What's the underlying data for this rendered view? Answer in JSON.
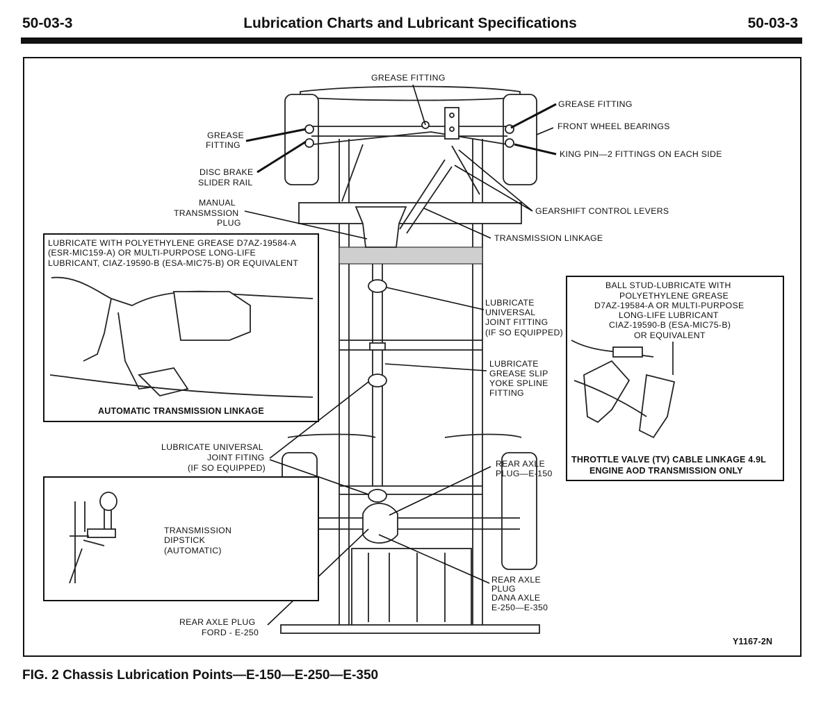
{
  "header": {
    "page_left": "50-03-3",
    "title": "Lubrication Charts and Lubricant Specifications",
    "page_right": "50-03-3"
  },
  "labels": {
    "grease_fitting_top": "GREASE FITTING",
    "grease_fitting_right": "GREASE FITTING",
    "grease_fitting_left_1": "GREASE",
    "grease_fitting_left_2": "FITTING",
    "front_wheel_bearings": "FRONT WHEEL BEARINGS",
    "king_pin": "KING PIN—2 FITTINGS ON EACH SIDE",
    "disc_brake_1": "DISC BRAKE",
    "disc_brake_2": "SLIDER RAIL",
    "manual_trans_1": "MANUAL",
    "manual_trans_2": "TRANSMSSION",
    "manual_trans_3": "PLUG",
    "gearshift": "GEARSHIFT CONTROL LEVERS",
    "trans_linkage": "TRANSMISSION LINKAGE",
    "lub_uj_1": "LUBRICATE",
    "lub_uj_2": "UNIVERSAL",
    "lub_uj_3": "JOINT FITTING",
    "lub_uj_4": "(IF SO EQUIPPED)",
    "slip_1": "LUBRICATE",
    "slip_2": "GREASE SLIP",
    "slip_3": "YOKE SPLINE",
    "slip_4": "FITTING",
    "uj2_1": "LUBRICATE UNIVERSAL",
    "uj2_2": "JOINT FITING",
    "uj2_3": "(IF SO EQUIPPED)",
    "rear_axle_150_1": "REAR AXLE",
    "rear_axle_150_2": "PLUG—E-150",
    "dipstick_1": "TRANSMISSION",
    "dipstick_2": "DIPSTICK",
    "dipstick_3": "(AUTOMATIC)",
    "dana_1": "REAR AXLE",
    "dana_2": "PLUG",
    "dana_3": "DANA AXLE",
    "dana_4": "E-250—E-350",
    "ford_1": "REAR AXLE PLUG",
    "ford_2": "FORD - E-250",
    "figure_code": "Y1167-2N"
  },
  "auto_box": {
    "line1": "LUBRICATE WITH POLYETHYLENE GREASE D7AZ-19584-A",
    "line2": "(ESR-MIC159-A) OR MULTI-PURPOSE LONG-LIFE",
    "line3": "LUBRICANT, CIAZ-19590-B (ESA-MIC75-B) OR EQUIVALENT",
    "title": "AUTOMATIC TRANSMISSION LINKAGE"
  },
  "throttle_box": {
    "line1": "BALL STUD-LUBRICATE WITH",
    "line2": "POLYETHYLENE GREASE",
    "line3": "D7AZ-19584-A OR MULTI-PURPOSE",
    "line4": "LONG-LIFE LUBRICANT",
    "line5": "CIAZ-19590-B (ESA-MIC75-B)",
    "line6": "OR EQUIVALENT",
    "title1": "THROTTLE VALVE (TV) CABLE LINKAGE 4.9L",
    "title2": "ENGINE AOD TRANSMISSION ONLY"
  },
  "caption": "FIG. 2 Chassis Lubrication Points—E-150—E-250—E-350"
}
